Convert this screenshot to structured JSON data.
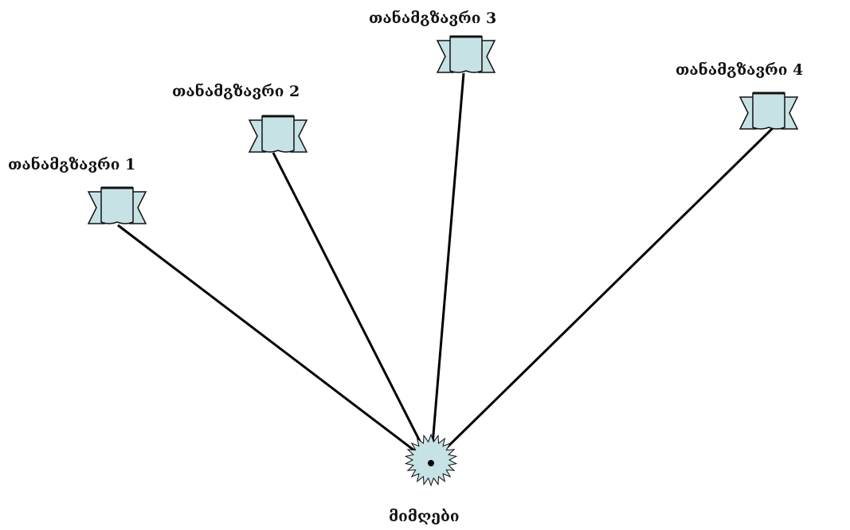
{
  "diagram": {
    "satellites": [
      {
        "label": "თანამგზავრი 1"
      },
      {
        "label": "თანამგზავრი  2"
      },
      {
        "label": "თანამგზავრი 3"
      },
      {
        "label": "თანამგზავრი  4"
      }
    ],
    "receiver": {
      "label": "მიმღები"
    },
    "colors": {
      "satellite_fill": "#c6e2e4",
      "receiver_fill": "#c6e2e4",
      "outline": "#111111",
      "link_line": "#000000",
      "background": "#ffffff"
    }
  }
}
